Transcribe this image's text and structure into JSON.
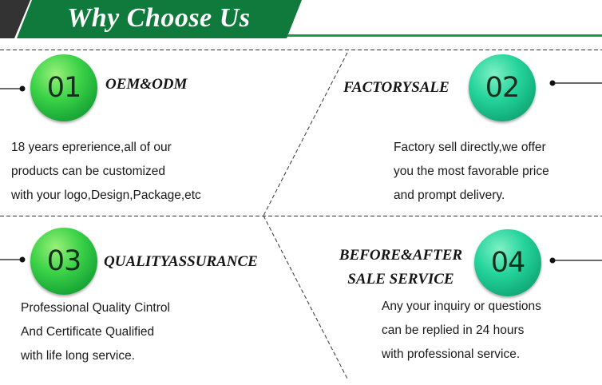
{
  "banner": {
    "title": "Why Choose Us"
  },
  "items": [
    {
      "number": "01",
      "heading": "OEM&ODM",
      "lines": [
        "18 years eprerience,all of our",
        "products can be customized",
        "with your logo,Design,Package,etc"
      ]
    },
    {
      "number": "02",
      "heading": "FACTORYSALE",
      "lines": [
        "Factory sell directly,we offer",
        "you the most favorable price",
        "and prompt delivery."
      ]
    },
    {
      "number": "03",
      "heading": "QUALITYASSURANCE",
      "lines": [
        "Professional Quality Cintrol",
        "And Certificate Qualified",
        "with life long service."
      ]
    },
    {
      "number": "04",
      "heading_lines": [
        "BEFORE&AFTER",
        "SALE SERVICE"
      ],
      "lines": [
        "Any your inquiry or questions",
        "can be replied in 24 hours",
        "with professional service."
      ]
    }
  ],
  "colors": {
    "banner_green": "#0f7a3b",
    "banner_dark": "#333333",
    "accent_line": "#1e9a4a",
    "circle_green": "#2fc445",
    "circle_teal": "#16b482"
  }
}
